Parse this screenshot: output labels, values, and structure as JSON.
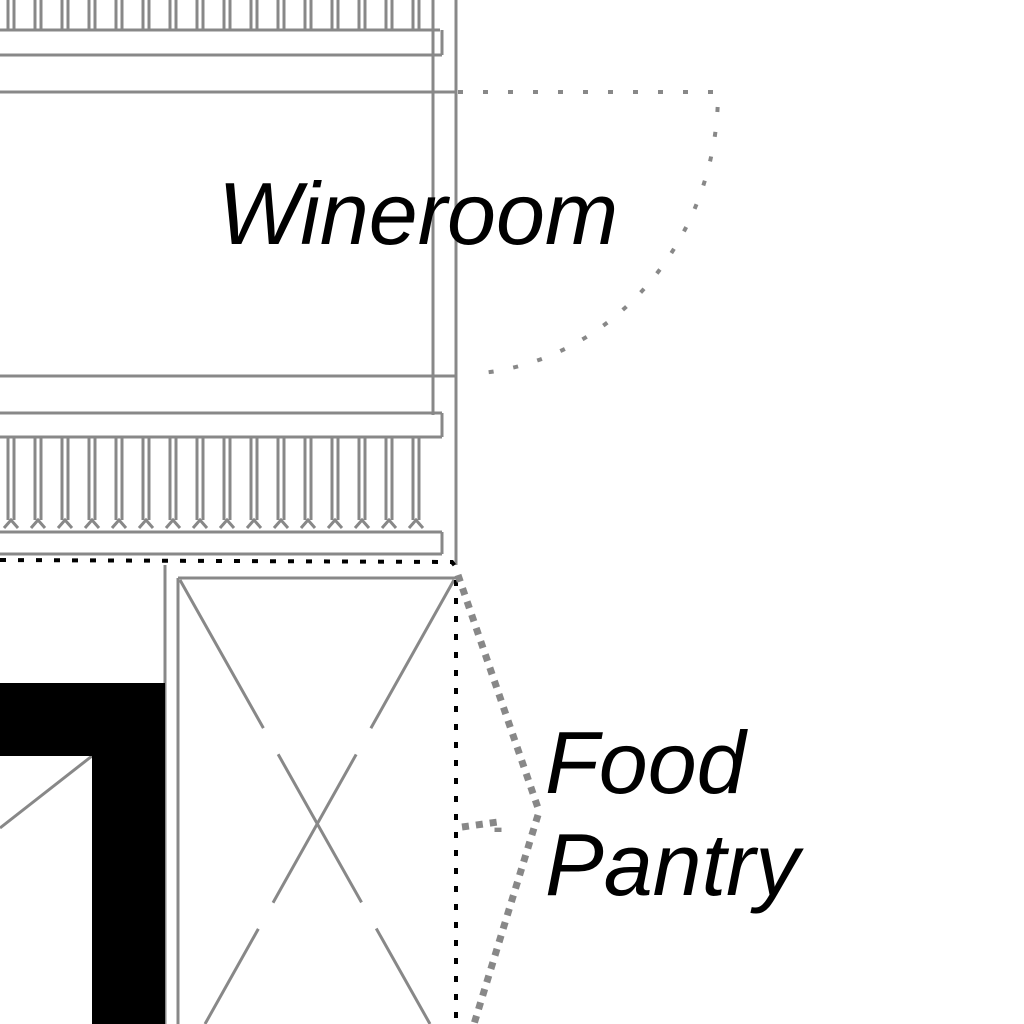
{
  "labels": {
    "wineroom": "Wineroom",
    "food_pantry_line1": "Food",
    "food_pantry_line2": "Pantry"
  },
  "colors": {
    "line": "#888888",
    "wall": "#000000",
    "background": "#ffffff"
  }
}
